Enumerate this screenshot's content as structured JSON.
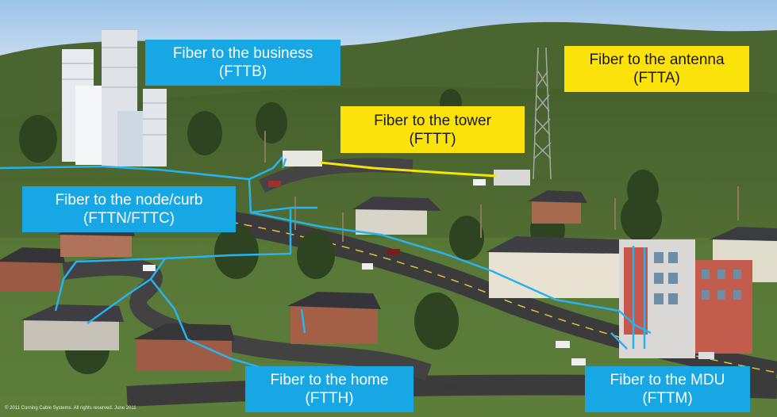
{
  "labels": {
    "fttb": {
      "line1": "Fiber to the business",
      "line2": "(FTTB)"
    },
    "ftta": {
      "line1": "Fiber to the antenna",
      "line2": "(FTTA)"
    },
    "fttt": {
      "line1": "Fiber to the tower",
      "line2": "(FTTT)"
    },
    "fttn": {
      "line1": "Fiber to the node/curb",
      "line2": "(FTTN/FTTC)"
    },
    "ftth": {
      "line1": "Fiber to the home",
      "line2": "(FTTH)"
    },
    "fttm": {
      "line1": "Fiber to the MDU",
      "line2": "(FTTM)"
    }
  },
  "copyright": "© 2011 Corning Cable Systems. All rights reserved. June 2011",
  "colors": {
    "blue_label": "#17a7e4",
    "yellow_label": "#fbe20b",
    "fiber_blue": "#27b3ee",
    "fiber_yellow": "#f4e40a",
    "sky": "#bfd8f0",
    "grass": "#5f7f3e"
  }
}
